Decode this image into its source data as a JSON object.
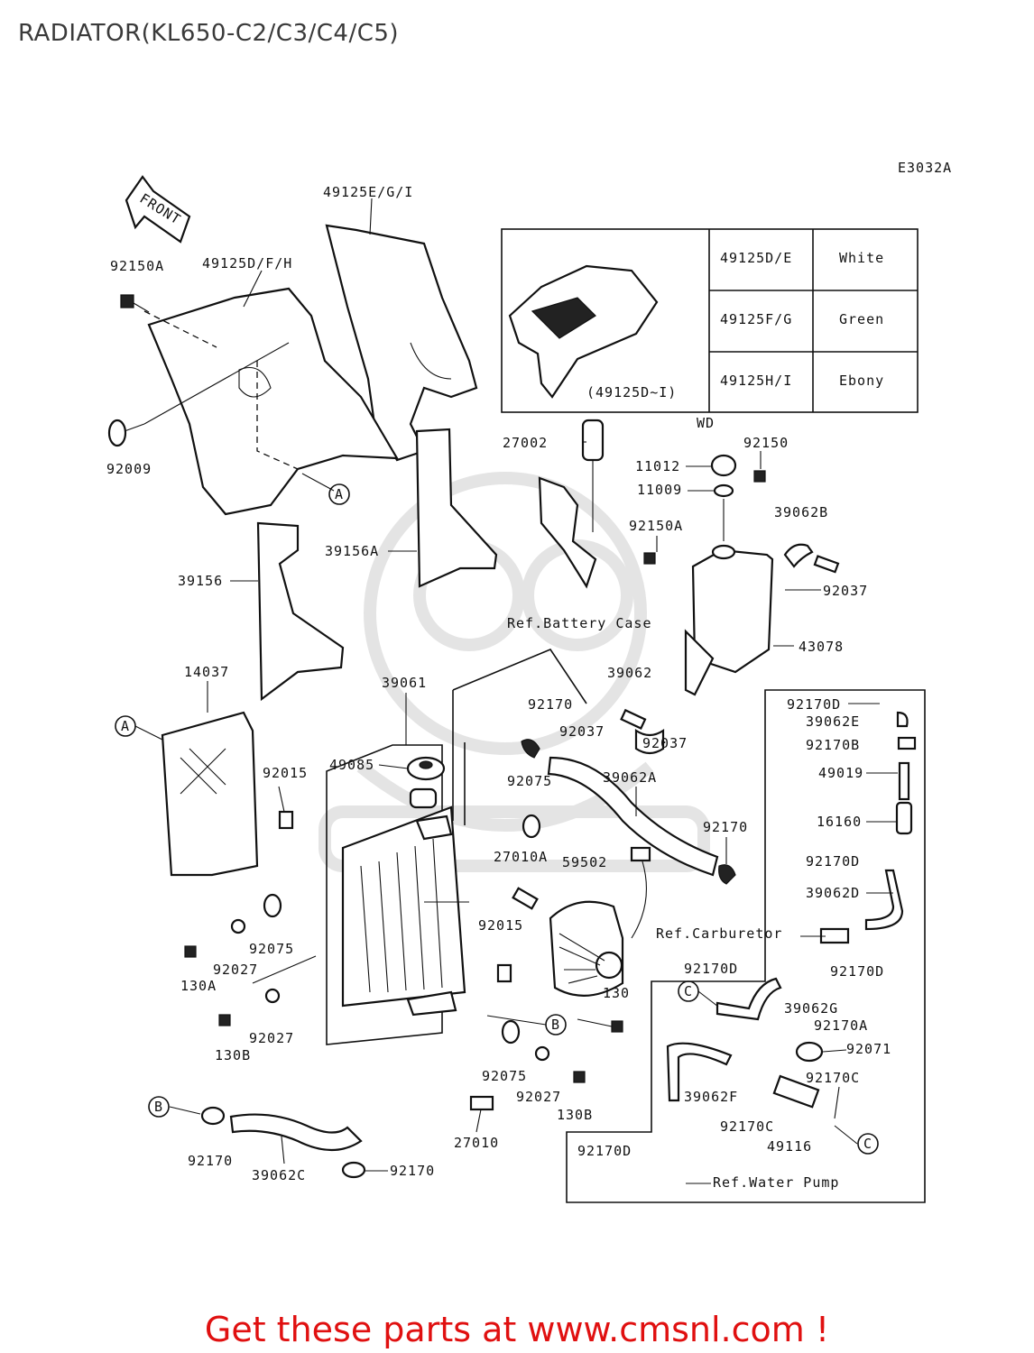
{
  "page": {
    "title": "RADIATOR(KL650-C2/C3/C4/C5)",
    "promo": "Get these parts at www.cmsnl.com !"
  },
  "diagram": {
    "code": "E3032A",
    "front_label": "FRONT",
    "color_table": {
      "caption": "(49125D~I)",
      "rows": [
        {
          "part": "49125D/E",
          "color": "White"
        },
        {
          "part": "49125F/G",
          "color": "Green"
        },
        {
          "part": "49125H/I",
          "color": "Ebony"
        }
      ]
    },
    "wd_label": "WD",
    "callouts": {
      "a": "A",
      "b": "B",
      "c": "C"
    },
    "refs": {
      "battery_case": "Ref.Battery Case",
      "carburetor": "Ref.Carburetor",
      "water_pump": "Ref.Water Pump"
    },
    "parts": [
      "49125E/G/I",
      "49125D/F/H",
      "92150A",
      "92009",
      "27002",
      "11012",
      "92150",
      "11009",
      "92150A",
      "39062B",
      "92037",
      "43078",
      "39156A",
      "39156",
      "14037",
      "39061",
      "39062",
      "92170",
      "92037",
      "92037",
      "49085",
      "92075",
      "39062A",
      "92015",
      "27010A",
      "59502",
      "92170",
      "92170D",
      "39062E",
      "92170B",
      "49019",
      "16160",
      "92170D",
      "39062D",
      "92170D",
      "92075",
      "92027",
      "130A",
      "92015",
      "92027",
      "130B",
      "130",
      "92075",
      "92027",
      "130B",
      "27010",
      "92170",
      "39062C",
      "92170",
      "92170D",
      "39062G",
      "92170A",
      "92071",
      "39062F",
      "92170C",
      "92170C",
      "49116",
      "92170D"
    ]
  }
}
